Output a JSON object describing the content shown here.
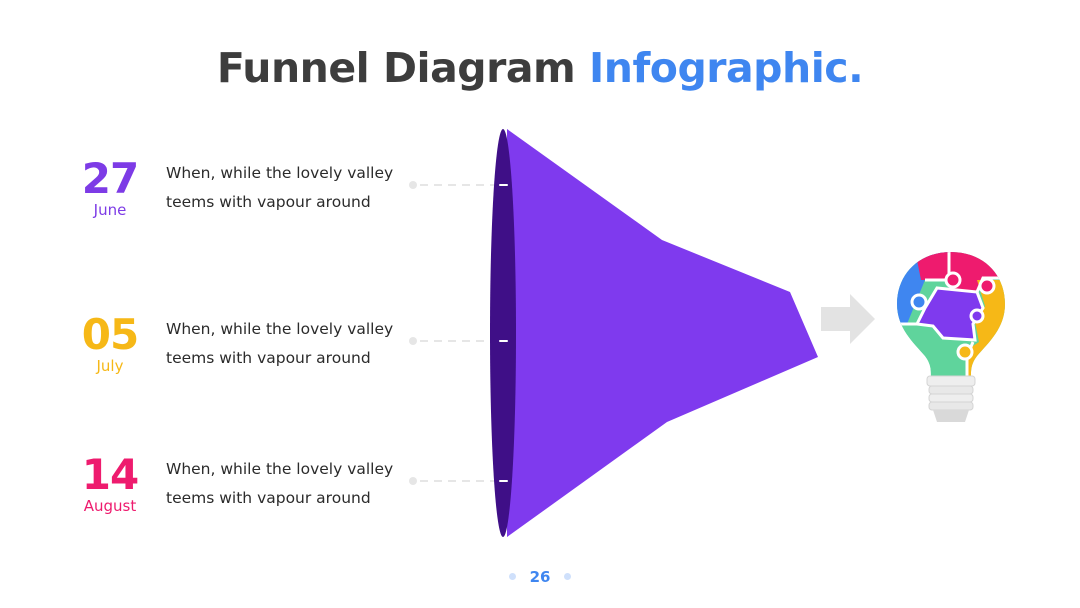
{
  "title": {
    "part1": "Funnel Diagram",
    "part2": "Infographic.",
    "accent_color": "#3f86f0"
  },
  "items": [
    {
      "day": "27",
      "month": "June",
      "color": "#7d3be6",
      "line1": "When, while the lovely valley",
      "line2": "teems with vapour around"
    },
    {
      "day": "05",
      "month": "July",
      "color": "#f6b817",
      "line1": "When, while the lovely valley",
      "line2": "teems with vapour around"
    },
    {
      "day": "14",
      "month": "August",
      "color": "#ee1b6e",
      "line1": "When, while the lovely valley",
      "line2": "teems with vapour around"
    }
  ],
  "funnel": {
    "body_color": "#7f3aee",
    "rim_color": "#3f0f87"
  },
  "page_number": "26"
}
